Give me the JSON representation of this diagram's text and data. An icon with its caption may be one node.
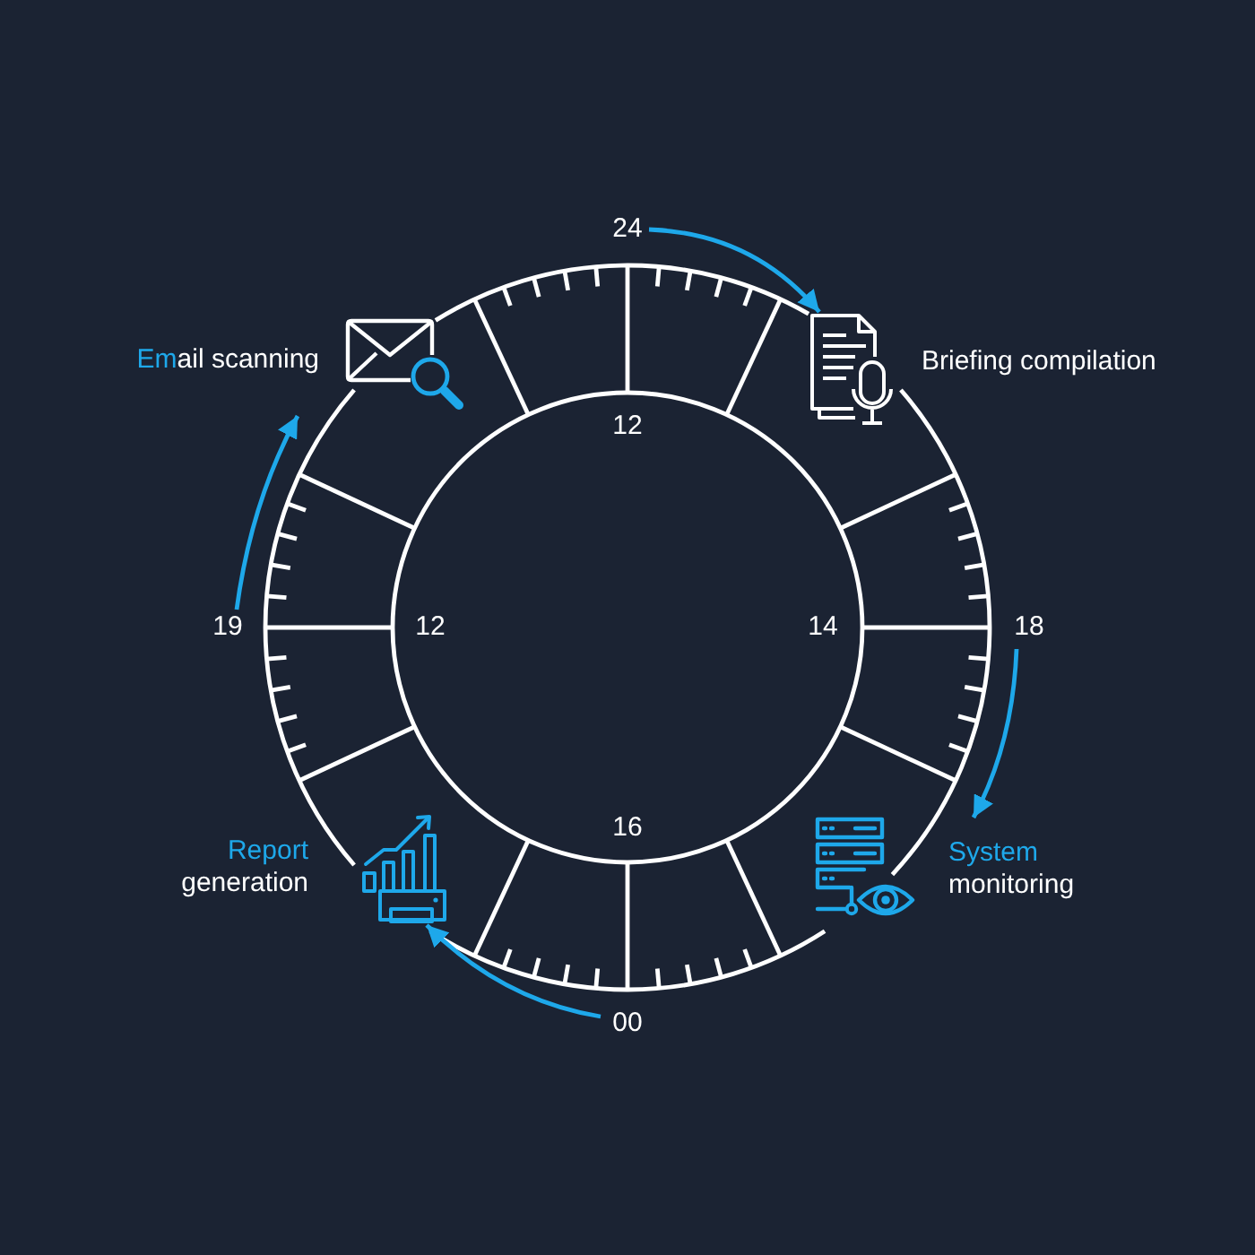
{
  "diagram": {
    "nodes": [
      {
        "text": [
          "24"
        ]
      },
      {
        "text": [
          "Email scanning"
        ]
      },
      {
        "text": [
          "Briefing compilation"
        ]
      },
      {
        "text": [
          "19"
        ]
      },
      {
        "text": [
          "18"
        ]
      },
      {
        "text": [
          "Report generation"
        ]
      },
      {
        "text": [
          "System monitoring"
        ]
      },
      {
        "text": [
          "00"
        ]
      }
    ],
    "edges": [
      {
        "from": 0,
        "to": 2,
        "arrow": "to"
      },
      {
        "from": 4,
        "to": 6,
        "arrow": "to"
      },
      {
        "from": 7,
        "to": 5,
        "arrow": "to"
      },
      {
        "from": 3,
        "to": 1,
        "arrow": "to"
      }
    ],
    "labels": [
      "12",
      "12",
      "14",
      "16"
    ]
  }
}
